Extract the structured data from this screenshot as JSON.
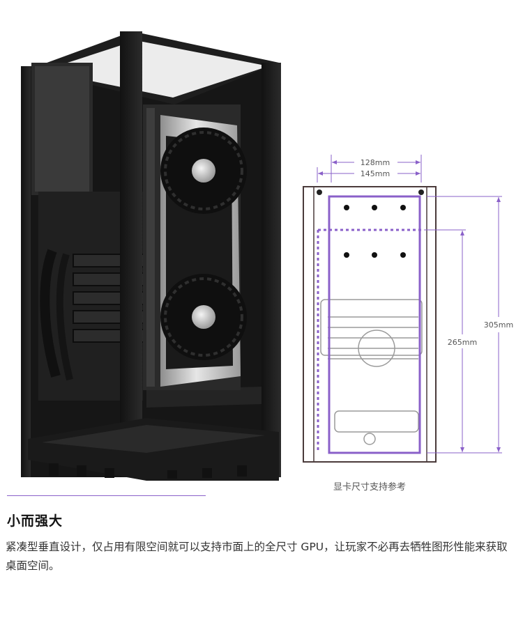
{
  "diagram": {
    "dimensions": {
      "width_128": "128mm",
      "width_145": "145mm",
      "height_305": "305mm",
      "height_265": "265mm"
    },
    "caption": "显卡尺寸支持参考"
  },
  "section": {
    "heading": "小而强大",
    "body": "紧凑型垂直设计，仅占用有限空间就可以支持市面上的全尺寸 GPU，让玩家不必再去牺牲图形性能来获取桌面空间。"
  },
  "colors": {
    "accent": "#8a60c9",
    "case": "#1c1c1c",
    "text": "#333333"
  }
}
